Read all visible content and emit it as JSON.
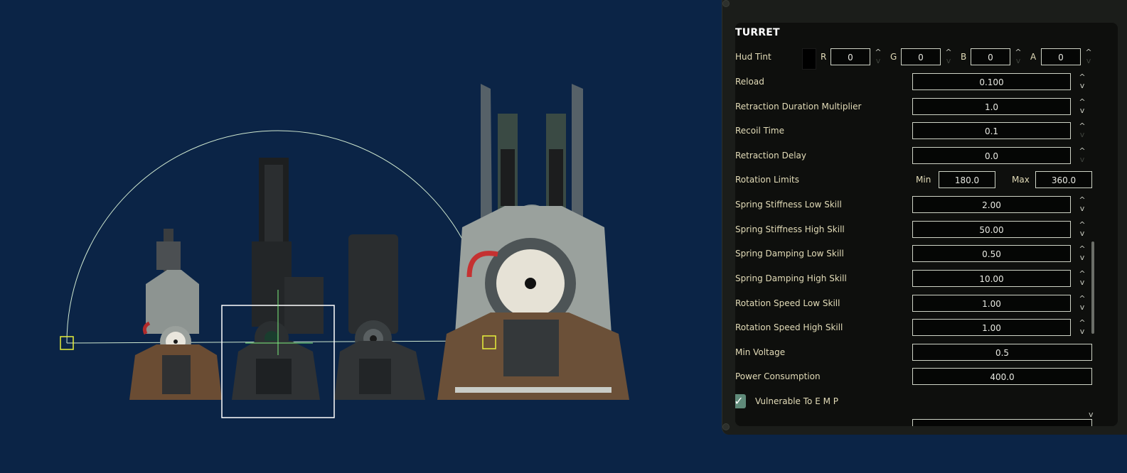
{
  "colors": {
    "background": "#0b2446",
    "panel": "#1b1d1a",
    "label": "#e3dcb8",
    "arc": "#cfe8d0",
    "handle": "#e8ef3a",
    "check": "#5f8a79"
  },
  "viewport": {
    "icons": [
      "turret-sprite-small",
      "turret-barrel-sprite",
      "turret-base-sprite",
      "turret-sprite-large",
      "rotation-arc",
      "rotation-handle-icon",
      "selection-box"
    ]
  },
  "panel": {
    "title": "TURRET",
    "hud_tint": {
      "label": "Hud Tint",
      "r_label": "R",
      "r": "0",
      "g_label": "G",
      "g": "0",
      "b_label": "B",
      "b": "0",
      "a_label": "A",
      "a": "0",
      "swatch_color": "#000000"
    },
    "fields": [
      {
        "label": "Reload",
        "value": "0.100"
      },
      {
        "label": "Retraction Duration Multiplier",
        "value": "1.0"
      },
      {
        "label": "Recoil Time",
        "value": "0.1"
      },
      {
        "label": "Retraction Delay",
        "value": "0.0"
      }
    ],
    "rotation_limits": {
      "label": "Rotation Limits",
      "min_label": "Min",
      "min": "180.0",
      "max_label": "Max",
      "max": "360.0"
    },
    "fields2": [
      {
        "label": "Spring Stiffness Low Skill",
        "value": "2.00"
      },
      {
        "label": "Spring Stiffness High Skill",
        "value": "50.00"
      },
      {
        "label": "Spring Damping Low Skill",
        "value": "0.50"
      },
      {
        "label": "Spring Damping High Skill",
        "value": "10.00"
      },
      {
        "label": "Rotation Speed Low Skill",
        "value": "1.00"
      },
      {
        "label": "Rotation Speed High Skill",
        "value": "1.00"
      }
    ],
    "min_voltage": {
      "label": "Min Voltage",
      "value": "0.5"
    },
    "power_consumption": {
      "label": "Power Consumption",
      "value": "400.0"
    },
    "vulnerable_emp": {
      "label": "Vulnerable To E M P",
      "checked": true
    }
  }
}
